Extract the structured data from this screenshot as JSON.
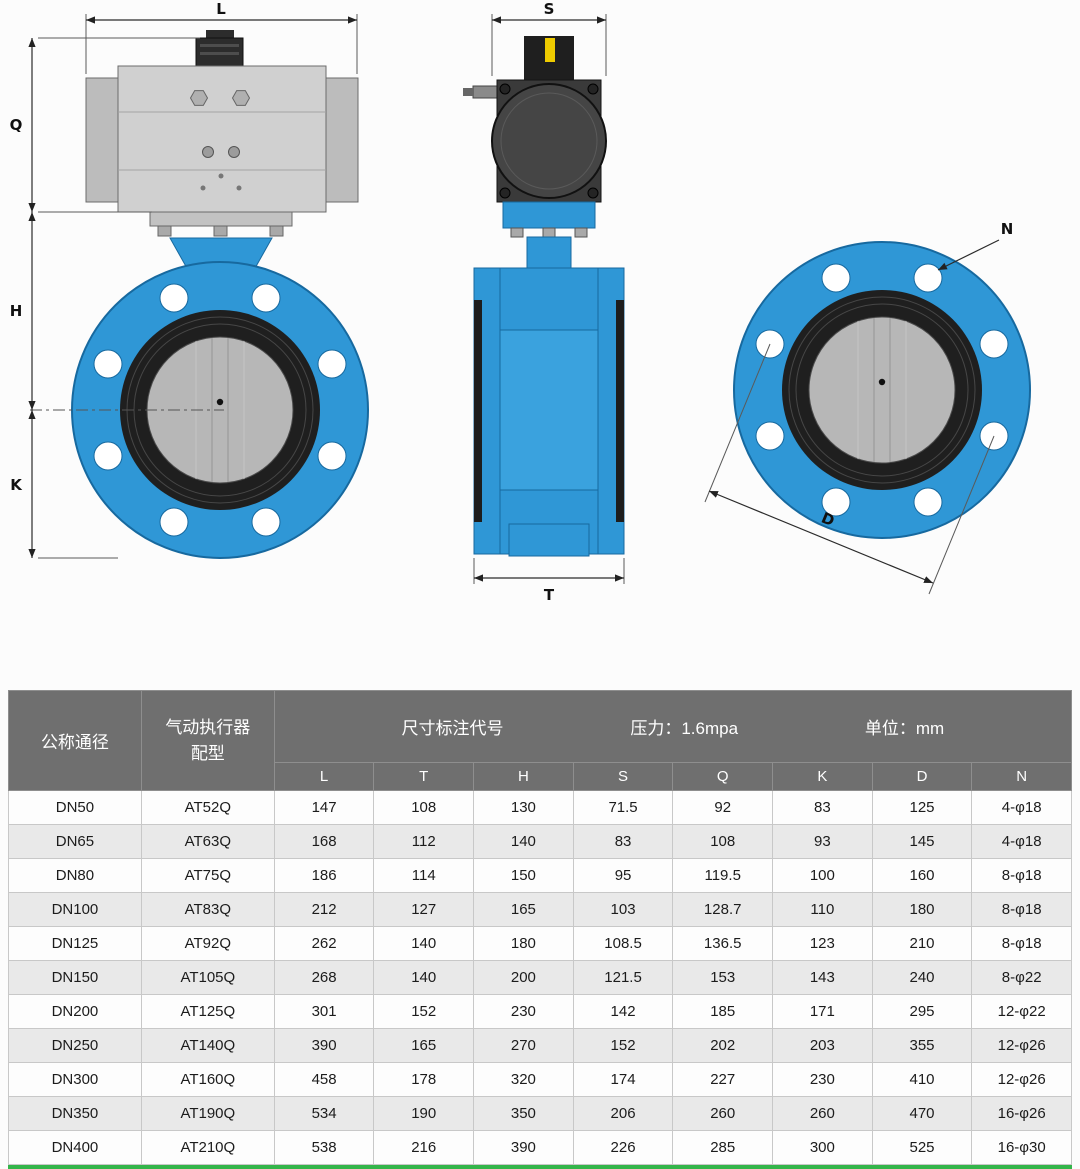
{
  "diagram": {
    "labels": {
      "L": "L",
      "Q": "Q",
      "H": "H",
      "K": "K",
      "S": "S",
      "T": "T",
      "D": "D",
      "N": "N"
    },
    "colors": {
      "valve_blue": "#2f97d6",
      "valve_blue_dark": "#17699f",
      "actuator_gray": "#d0d0d0",
      "dark_seat": "#1f1f1f",
      "solenoid_yellow": "#eecb00",
      "accent_green": "#33b54a"
    }
  },
  "table": {
    "header": {
      "nominal": "公称通径",
      "actuator_line1": "气动执行器",
      "actuator_line2": "配型",
      "dim_code_title": "尺寸标注代号",
      "pressure": "压力：1.6mpa",
      "unit": "单位：mm",
      "dims": [
        "L",
        "T",
        "H",
        "S",
        "Q",
        "K",
        "D",
        "N"
      ]
    },
    "rows": [
      {
        "dn": "DN50",
        "actuator": "AT52Q",
        "values": [
          "147",
          "108",
          "130",
          "71.5",
          "92",
          "83",
          "125",
          "4-φ18"
        ]
      },
      {
        "dn": "DN65",
        "actuator": "AT63Q",
        "values": [
          "168",
          "112",
          "140",
          "83",
          "108",
          "93",
          "145",
          "4-φ18"
        ]
      },
      {
        "dn": "DN80",
        "actuator": "AT75Q",
        "values": [
          "186",
          "114",
          "150",
          "95",
          "119.5",
          "100",
          "160",
          "8-φ18"
        ]
      },
      {
        "dn": "DN100",
        "actuator": "AT83Q",
        "values": [
          "212",
          "127",
          "165",
          "103",
          "128.7",
          "110",
          "180",
          "8-φ18"
        ]
      },
      {
        "dn": "DN125",
        "actuator": "AT92Q",
        "values": [
          "262",
          "140",
          "180",
          "108.5",
          "136.5",
          "123",
          "210",
          "8-φ18"
        ]
      },
      {
        "dn": "DN150",
        "actuator": "AT105Q",
        "values": [
          "268",
          "140",
          "200",
          "121.5",
          "153",
          "143",
          "240",
          "8-φ22"
        ]
      },
      {
        "dn": "DN200",
        "actuator": "AT125Q",
        "values": [
          "301",
          "152",
          "230",
          "142",
          "185",
          "171",
          "295",
          "12-φ22"
        ]
      },
      {
        "dn": "DN250",
        "actuator": "AT140Q",
        "values": [
          "390",
          "165",
          "270",
          "152",
          "202",
          "203",
          "355",
          "12-φ26"
        ]
      },
      {
        "dn": "DN300",
        "actuator": "AT160Q",
        "values": [
          "458",
          "178",
          "320",
          "174",
          "227",
          "230",
          "410",
          "12-φ26"
        ]
      },
      {
        "dn": "DN350",
        "actuator": "AT190Q",
        "values": [
          "534",
          "190",
          "350",
          "206",
          "260",
          "260",
          "470",
          "16-φ26"
        ]
      },
      {
        "dn": "DN400",
        "actuator": "AT210Q",
        "values": [
          "538",
          "216",
          "390",
          "226",
          "285",
          "300",
          "525",
          "16-φ30"
        ]
      }
    ]
  }
}
